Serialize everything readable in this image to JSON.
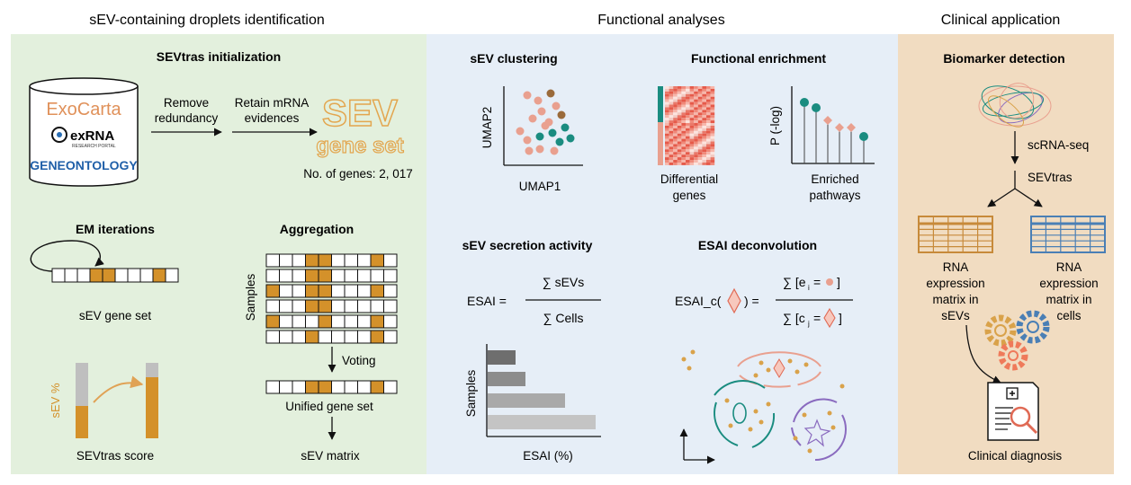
{
  "colors": {
    "panel_green": "#e3f0dd",
    "panel_blue": "#e6eef7",
    "panel_tan": "#f1dcc1",
    "orange": "#d4912a",
    "salmon": "#e9a08f",
    "teal": "#1a8c80",
    "brown": "#9a6a3a",
    "grey_bar": "#9e9e9e",
    "blue_grid": "#4a7fb5"
  },
  "sections": {
    "left_title": "sEV-containing droplets identification",
    "middle_title": "Functional analyses",
    "right_title": "Clinical application"
  },
  "left": {
    "init_title": "SEVtras initialization",
    "db_exocarta": "ExoCarta",
    "db_exrna": "exRNA",
    "db_exrna_sub": "RESEARCH PORTAL",
    "db_geneontology": "GENEONTOLOGY",
    "step1_line1": "Remove",
    "step1_line2": "redundancy",
    "step2_line1": "Retain mRNA",
    "step2_line2": "evidences",
    "sev_word1": "SEV",
    "sev_word2": "gene set",
    "gene_count": "No. of genes: 2, 017",
    "em_title": "EM iterations",
    "em_caption": "sEV gene set",
    "sev_pct_label": "sEV %",
    "score_caption": "SEVtras score",
    "agg_title": "Aggregation",
    "samples_label": "Samples",
    "voting_label": "Voting",
    "unified_label": "Unified gene set",
    "matrix_label": "sEV matrix"
  },
  "middle": {
    "cluster_title": "sEV clustering",
    "umap_y": "UMAP2",
    "umap_x": "UMAP1",
    "enrich_title": "Functional enrichment",
    "diff_label_1": "Differential",
    "diff_label_2": "genes",
    "pval_label": "P (-log)",
    "enriched_1": "Enriched",
    "enriched_2": "pathways",
    "secretion_title": "sEV secretion activity",
    "esai_lhs": "ESAI =",
    "esai_num": "∑ sEVs",
    "esai_den": "∑ Cells",
    "samples_axis": "Samples",
    "esai_axis": "ESAI (%)",
    "deconv_title": "ESAI deconvolution",
    "deconv_lhs": "ESAI_c(",
    "deconv_lhs_end": ") =",
    "deconv_num_a": "∑ [e",
    "deconv_num_sub": "i",
    "deconv_num_b": "=",
    "deconv_num_c": "]",
    "deconv_den_a": "∑ [c",
    "deconv_den_sub": "j",
    "deconv_den_b": "=",
    "deconv_den_c": "]"
  },
  "right": {
    "biomarker_title": "Biomarker detection",
    "scrna": "scRNA-seq",
    "sevtras": "SEVtras",
    "rna_ev_1": "RNA",
    "rna_ev_2": "expression",
    "rna_ev_3": "matrix in",
    "rna_ev_4": "sEVs",
    "rna_cells_1": "RNA",
    "rna_cells_2": "expression",
    "rna_cells_3": "matrix in",
    "rna_cells_4": "cells",
    "clinical": "Clinical diagnosis"
  }
}
